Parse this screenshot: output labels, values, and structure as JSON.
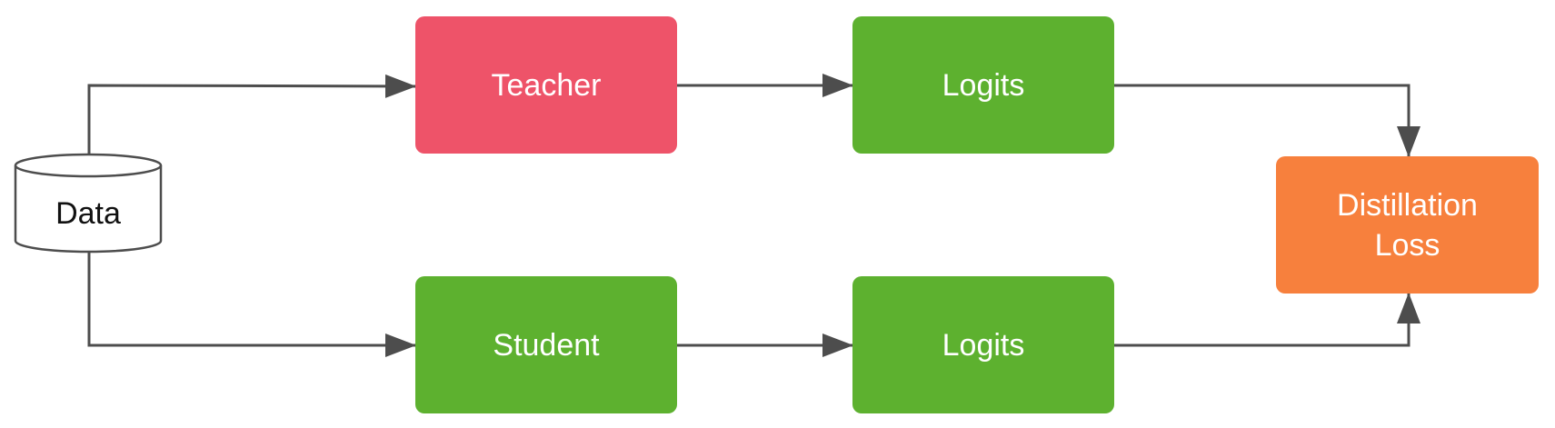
{
  "diagram": {
    "data_label": "Data",
    "teacher_label": "Teacher",
    "student_label": "Student",
    "logits_top_label": "Logits",
    "logits_bottom_label": "Logits",
    "loss_label_line1": "Distillation",
    "loss_label_line2": "Loss"
  },
  "colors": {
    "teacher": "#ee5369",
    "green": "#5db12f",
    "loss": "#f7803d",
    "arrow": "#4d4d4d"
  }
}
